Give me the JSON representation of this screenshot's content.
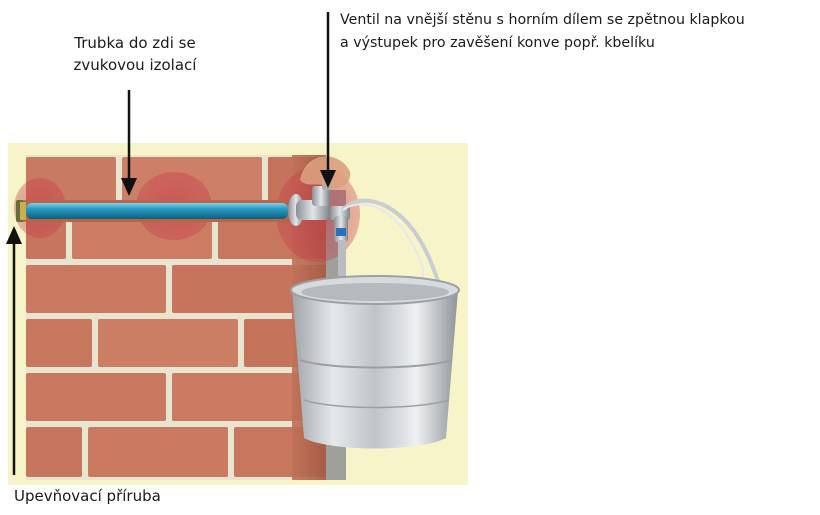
{
  "labels": {
    "pipe": {
      "line1": "Trubka do zdi se",
      "line2": "zvukovou izolací"
    },
    "valve": {
      "line1": "Ventil na vnější stěnu s horním dílem se zpětnou klapkou",
      "line2": "a výstupek pro zavěšení konve popř. kbelíku"
    },
    "flange": "Upevňovací příruba"
  },
  "colors": {
    "background_panel": "#f6f4c8",
    "brick": "#c8725a",
    "mortar": "#ece8d6",
    "pipe": "#1f8fb5",
    "highlight": "#c23a4a",
    "bucket": "#cfd3d6",
    "arrow": "#111111"
  }
}
